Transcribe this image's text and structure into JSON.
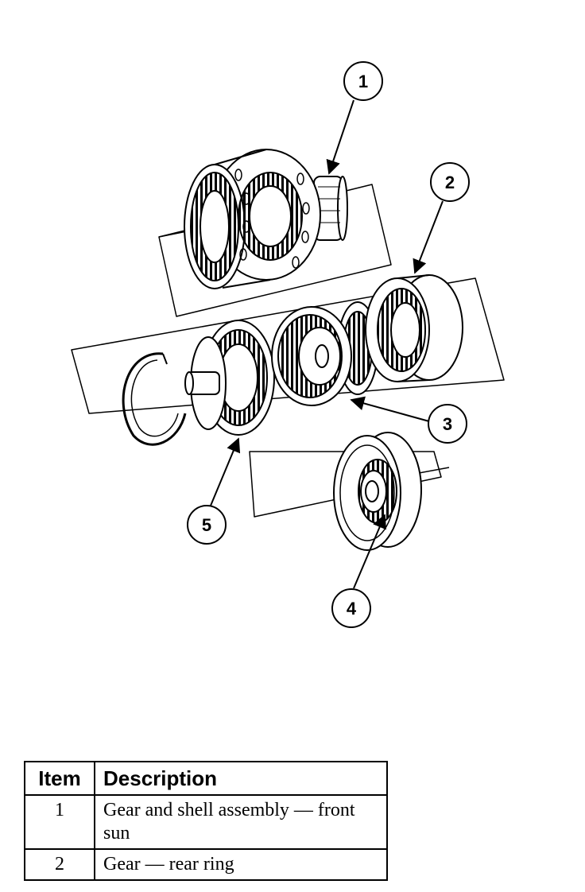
{
  "callouts": [
    "1",
    "2",
    "3",
    "4",
    "5"
  ],
  "legend": {
    "headers": {
      "item": "Item",
      "description": "Description"
    },
    "rows": [
      {
        "item": "1",
        "description": "Gear and shell assembly — front sun"
      },
      {
        "item": "2",
        "description": "Gear — rear ring"
      }
    ]
  }
}
